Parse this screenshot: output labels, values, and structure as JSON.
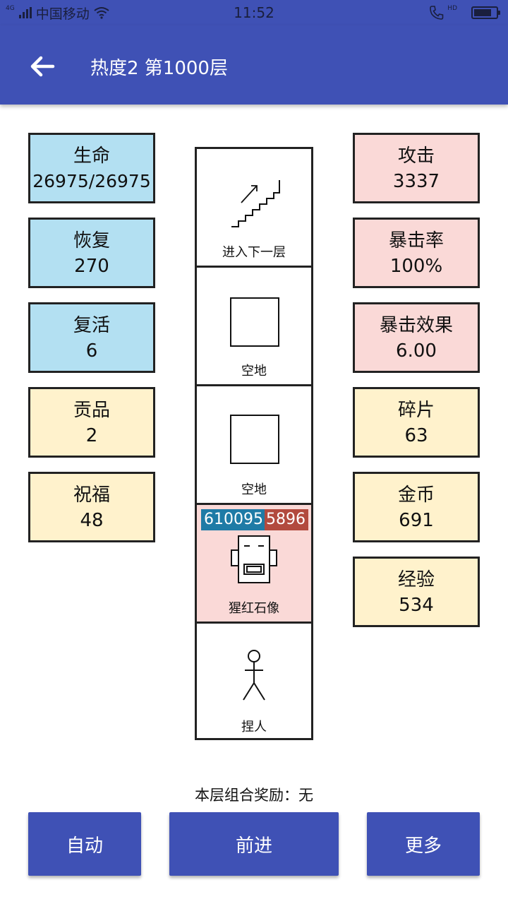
{
  "status_bar": {
    "network": "4G",
    "carrier": "中国移动",
    "time": "11:52",
    "hd": "HD",
    "battery_level": 0.8
  },
  "header": {
    "title": "热度2 第1000层",
    "back_icon": "arrow-left-icon"
  },
  "left_stats": [
    {
      "label": "生命",
      "value": "26975/26975",
      "color": "#b3e0f2"
    },
    {
      "label": "恢复",
      "value": "270",
      "color": "#b3e0f2"
    },
    {
      "label": "复活",
      "value": "6",
      "color": "#b3e0f2"
    },
    {
      "label": "贡品",
      "value": "2",
      "color": "#fff2cc"
    },
    {
      "label": "祝福",
      "value": "48",
      "color": "#fff2cc"
    }
  ],
  "right_stats": [
    {
      "label": "攻击",
      "value": "3337",
      "color": "#fad9d7"
    },
    {
      "label": "暴击率",
      "value": "100%",
      "color": "#fad9d7"
    },
    {
      "label": "暴击效果",
      "value": "6.00",
      "color": "#fad9d7"
    },
    {
      "label": "碎片",
      "value": "63",
      "color": "#fff2cc"
    },
    {
      "label": "金币",
      "value": "691",
      "color": "#fff2cc"
    },
    {
      "label": "经验",
      "value": "534",
      "color": "#fff2cc"
    }
  ],
  "tower": {
    "cells": [
      {
        "label": "进入下一层",
        "icon": "stairs-icon"
      },
      {
        "label": "空地",
        "icon": "empty-square-icon"
      },
      {
        "label": "空地",
        "icon": "empty-square-icon"
      },
      {
        "label": "猩红石像",
        "icon": "robot-statue-icon",
        "hp": "610095",
        "attack": "5896"
      },
      {
        "label": "捏人",
        "icon": "stick-figure-icon"
      }
    ]
  },
  "footer": {
    "combo_text": "本层组合奖励：无",
    "buttons": {
      "auto": "自动",
      "forward": "前进",
      "more": "更多"
    }
  }
}
